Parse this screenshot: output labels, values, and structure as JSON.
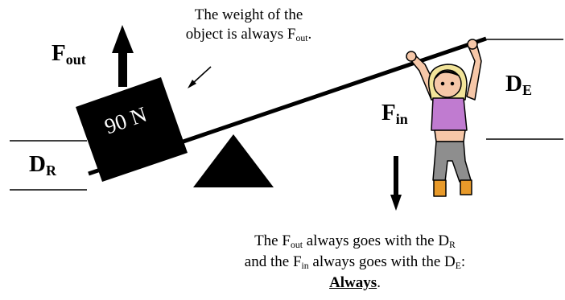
{
  "diagram": {
    "box_label": "90 N",
    "weight_note": {
      "line1": "The weight of the",
      "line2_pre": "object is always F",
      "line2_sub": "out",
      "line2_post": "."
    },
    "f_out": {
      "main": "F",
      "sub": "out"
    },
    "f_in": {
      "main": "F",
      "sub": "in"
    },
    "d_r": {
      "main": "D",
      "sub": "R"
    },
    "d_e": {
      "main": "D",
      "sub": "E"
    },
    "bottom_note": {
      "l1_a": "The F",
      "l1_a_sub": "out",
      "l1_b": " always goes with the D",
      "l1_b_sub": "R",
      "l2_a": "and the F",
      "l2_a_sub": "in",
      "l2_b": " always goes with the D",
      "l2_b_sub": "E",
      "l2_c": ":",
      "l3": "Always",
      "l3_end": "."
    },
    "colors": {
      "ink": "#000000",
      "shirt": "#c07bd0",
      "hair": "#f2e49a",
      "skin": "#f6c7a8",
      "pants": "#8e8e8e",
      "shoes": "#e89a2a"
    }
  }
}
